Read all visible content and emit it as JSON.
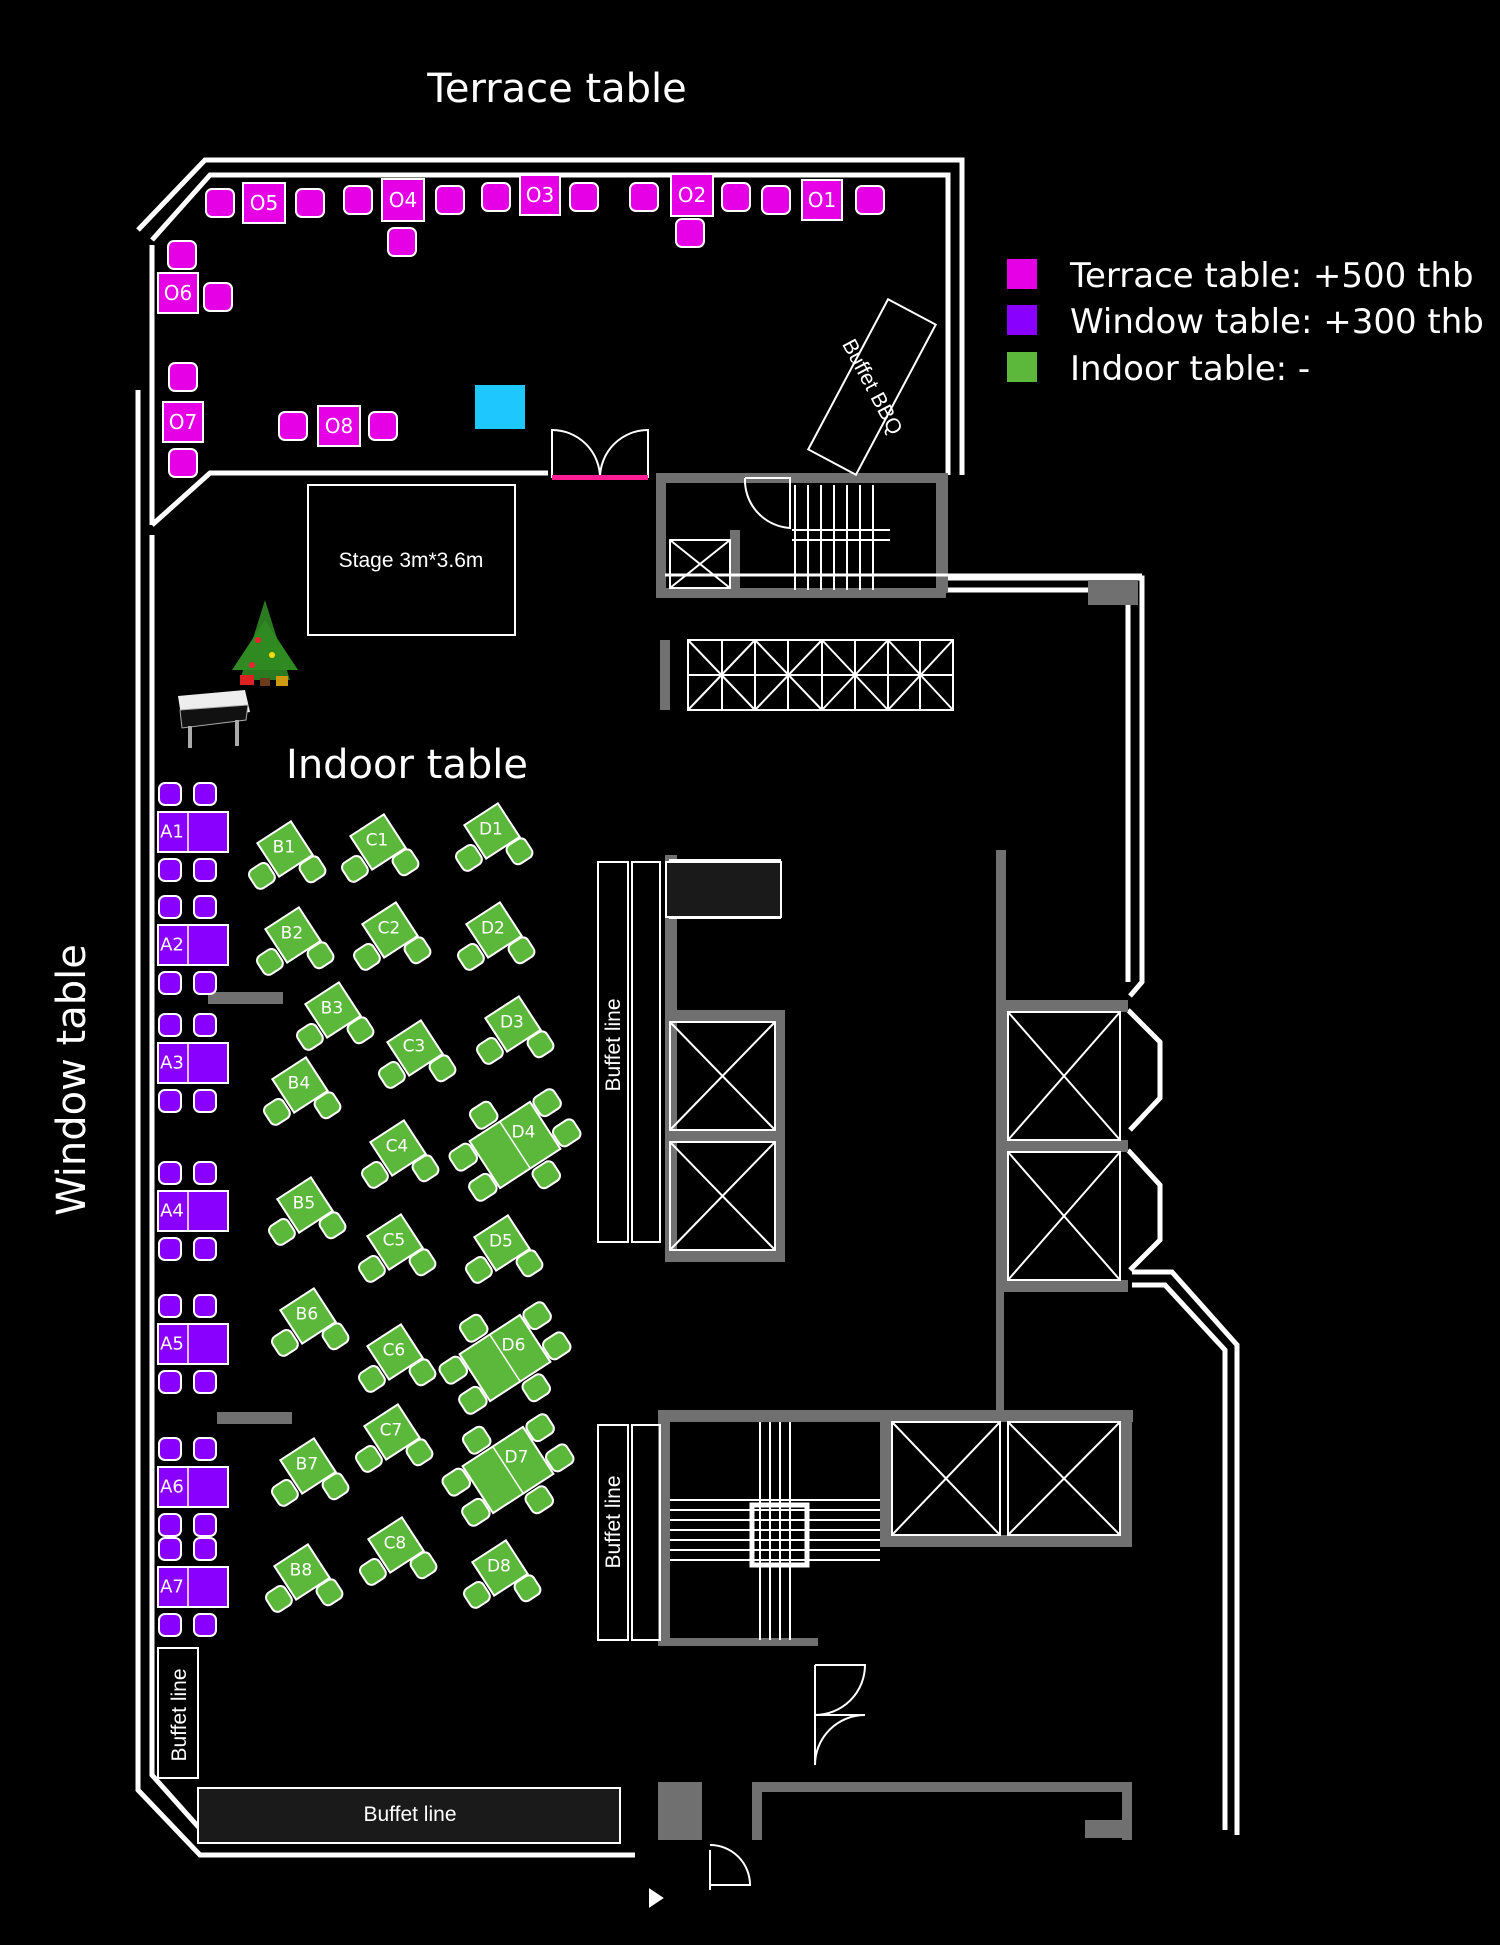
{
  "section_labels": {
    "terrace": "Terrace table",
    "indoor": "Indoor table",
    "window": "Window table"
  },
  "legend": [
    {
      "label": "Terrace table: +500 thb",
      "color": "#e600e6"
    },
    {
      "label": "Window table: +300 thb",
      "color": "#8a00ff"
    },
    {
      "label": "Indoor table: -",
      "color": "#5cb83a"
    }
  ],
  "fixtures": {
    "stage": "Stage 3m*3.6m",
    "buffet_bbq": "Buffet BBQ",
    "buffet_line": "Buffet line"
  },
  "colors": {
    "terrace": "#e600e6",
    "window": "#8a00ff",
    "indoor": "#5cb83a",
    "accent_blue": "#1ec8ff",
    "wall": "#ffffff",
    "structure": "#707070",
    "door_line": "#ff1e96"
  },
  "icons": [
    "christmas-tree-icon",
    "grand-piano-icon"
  ],
  "tables": {
    "terrace": [
      "O1",
      "O2",
      "O3",
      "O4",
      "O5",
      "O6",
      "O7",
      "O8"
    ],
    "window": [
      "A1",
      "A2",
      "A3",
      "A4",
      "A5",
      "A6",
      "A7"
    ],
    "indoor": [
      "B1",
      "B2",
      "B3",
      "B4",
      "B5",
      "B6",
      "B7",
      "B8",
      "C1",
      "C2",
      "C3",
      "C4",
      "C5",
      "C6",
      "C7",
      "C8",
      "D1",
      "D2",
      "D3",
      "D4",
      "D5",
      "D6",
      "D7",
      "D8"
    ]
  }
}
